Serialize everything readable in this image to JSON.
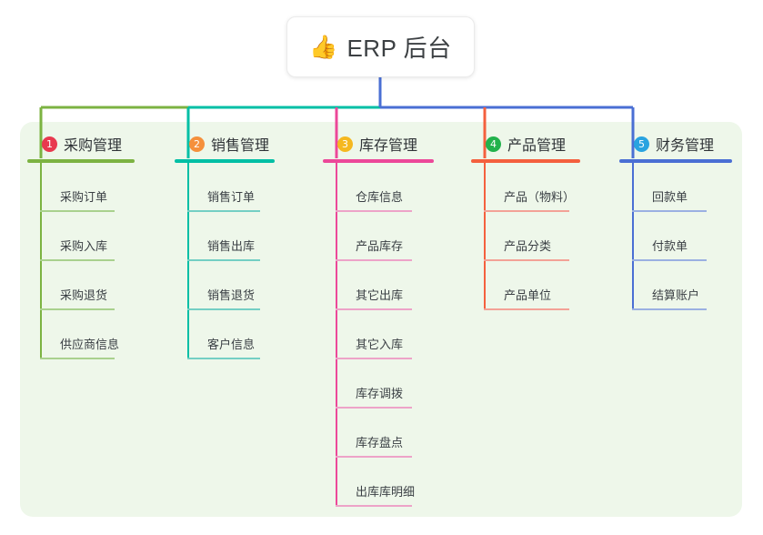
{
  "root": {
    "emoji": "👍",
    "emoji_name": "thumbs-up-icon",
    "title": "ERP 后台"
  },
  "colors": {
    "canvas_bg": "#eef7ea",
    "page_bg": "#ffffff",
    "root_text": "#3c4043"
  },
  "branches": [
    {
      "number": "1",
      "title": "采购管理",
      "badge_color": "#e8394f",
      "line_color": "#7cb342",
      "item_line_color": "#a9d18e",
      "items": [
        {
          "label": "采购订单"
        },
        {
          "label": "采购入库"
        },
        {
          "label": "采购退货"
        },
        {
          "label": "供应商信息"
        }
      ]
    },
    {
      "number": "2",
      "title": "销售管理",
      "badge_color": "#f5903c",
      "line_color": "#00bfa5",
      "item_line_color": "#74cfc4",
      "items": [
        {
          "label": "销售订单"
        },
        {
          "label": "销售出库"
        },
        {
          "label": "销售退货"
        },
        {
          "label": "客户信息"
        }
      ]
    },
    {
      "number": "3",
      "title": "库存管理",
      "badge_color": "#f5b820",
      "line_color": "#ec4899",
      "item_line_color": "#eda3c8",
      "items": [
        {
          "label": "仓库信息"
        },
        {
          "label": "产品库存"
        },
        {
          "label": "其它出库"
        },
        {
          "label": "其它入库"
        },
        {
          "label": "库存调拨"
        },
        {
          "label": "库存盘点"
        },
        {
          "label": "出库库明细"
        }
      ]
    },
    {
      "number": "4",
      "title": "产品管理",
      "badge_color": "#22b24c",
      "line_color": "#f4603e",
      "item_line_color": "#f3a297",
      "items": [
        {
          "label": "产品（物料）"
        },
        {
          "label": "产品分类"
        },
        {
          "label": "产品单位"
        }
      ]
    },
    {
      "number": "5",
      "title": "财务管理",
      "badge_color": "#29a3e0",
      "line_color": "#4a6fd4",
      "item_line_color": "#9bb0e2",
      "items": [
        {
          "label": "回款单"
        },
        {
          "label": "付款单"
        },
        {
          "label": "结算账户"
        }
      ]
    }
  ]
}
